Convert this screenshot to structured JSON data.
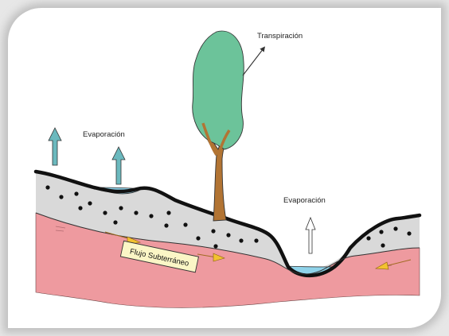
{
  "labels": {
    "transpiration": "Transpiración",
    "evaporation_left": "Evaporación",
    "evaporation_right": "Evaporación",
    "groundwater_flow": "Flujo Subterráneo"
  },
  "colors": {
    "tree_crown": "#6cc39a",
    "trunk": "#b27433",
    "soil_gray": "#d8d8d8",
    "bedrock_pink": "#ee9a9f",
    "water": "#8fd3ea",
    "arrow_teal": "#6bb9be",
    "flow_arrow": "#f2c230",
    "label_box": "#fbf6c6"
  },
  "icons": [
    "tree-icon",
    "up-arrow-icon",
    "flow-arrow-icon"
  ]
}
